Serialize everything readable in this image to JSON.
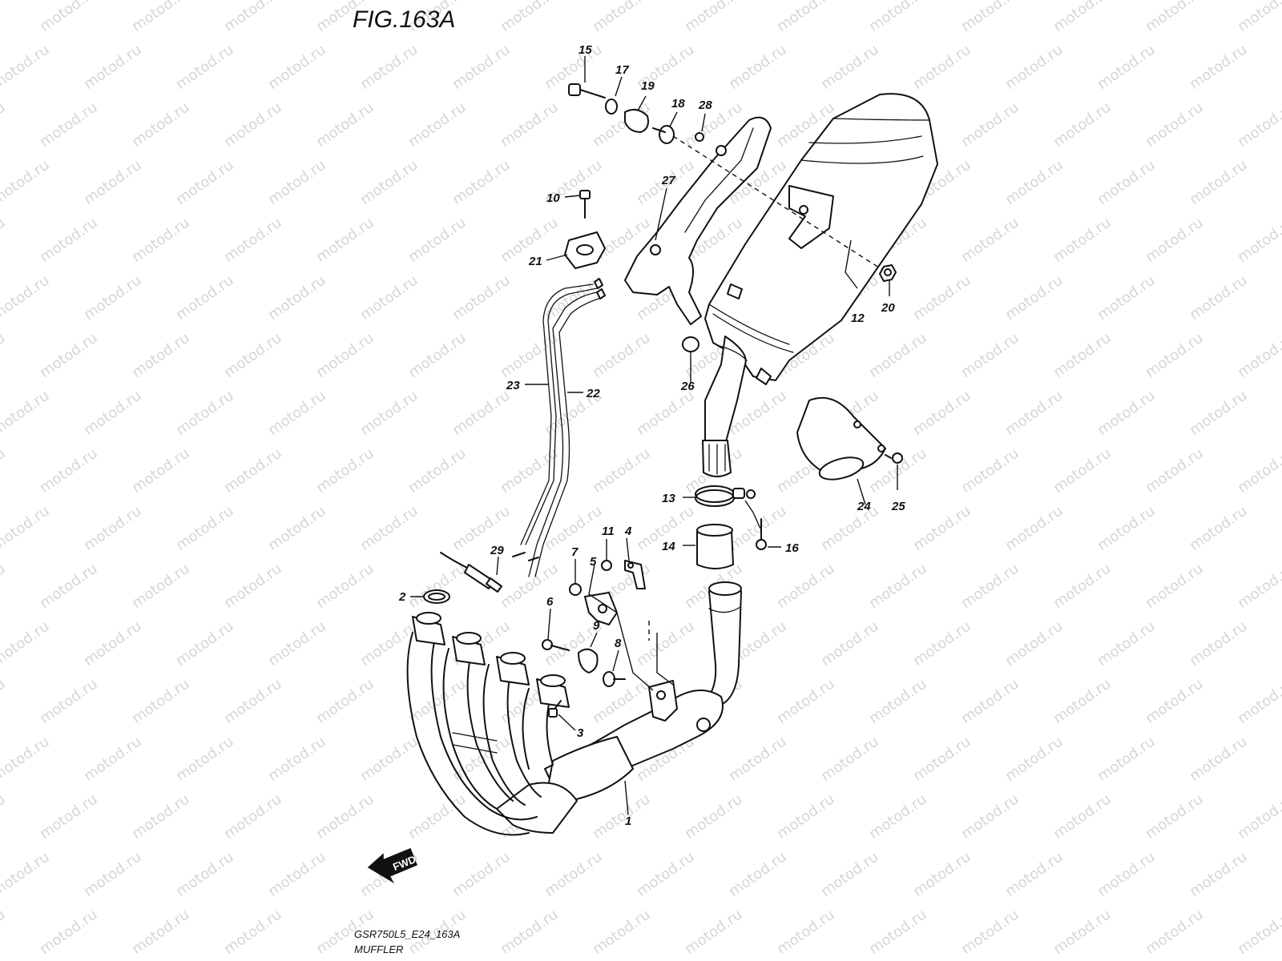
{
  "figure": {
    "title": "FIG.163A",
    "code": "GSR750L5_E24_163A",
    "name": "MUFFLER"
  },
  "watermark": "motod.ru",
  "direction_marker": "FWD",
  "callouts": [
    "1",
    "2",
    "3",
    "4",
    "5",
    "6",
    "7",
    "8",
    "9",
    "10",
    "11",
    "12",
    "13",
    "14",
    "15",
    "16",
    "17",
    "18",
    "19",
    "20",
    "21",
    "22",
    "23",
    "24",
    "25",
    "26",
    "27",
    "28",
    "29"
  ]
}
